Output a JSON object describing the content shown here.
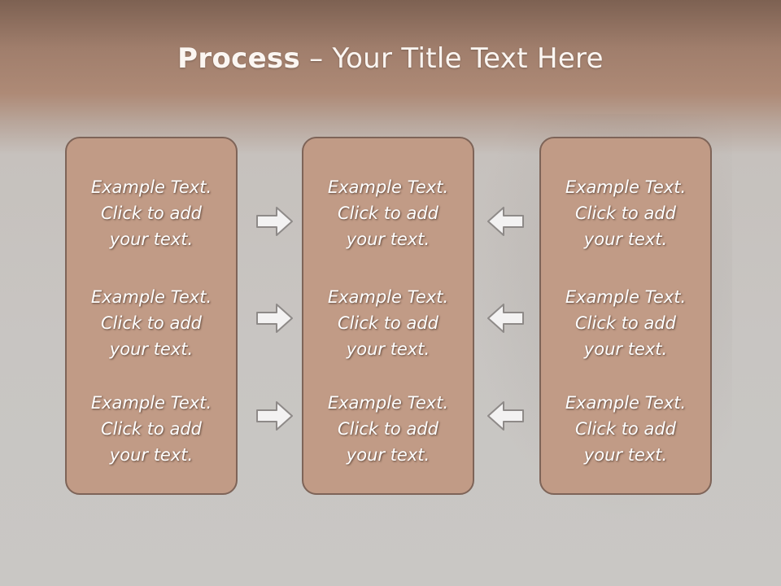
{
  "title": {
    "bold": "Process",
    "rest": " – Your Title Text Here"
  },
  "panels": [
    {
      "items": [
        {
          "line1": "Example Text.",
          "line2": "Click  to add",
          "line3": "your text."
        },
        {
          "line1": "Example Text.",
          "line2": "Click  to add",
          "line3": "your text."
        },
        {
          "line1": "Example Text.",
          "line2": "Click  to add",
          "line3": "your text."
        }
      ]
    },
    {
      "items": [
        {
          "line1": "Example Text.",
          "line2": "Click  to add",
          "line3": "your text."
        },
        {
          "line1": "Example Text.",
          "line2": "Click  to add",
          "line3": "your text."
        },
        {
          "line1": "Example Text.",
          "line2": "Click  to add",
          "line3": "your text."
        }
      ]
    },
    {
      "items": [
        {
          "line1": "Example Text.",
          "line2": "Click  to add",
          "line3": "your text."
        },
        {
          "line1": "Example Text.",
          "line2": "Click  to add",
          "line3": "your text."
        },
        {
          "line1": "Example Text.",
          "line2": "Click  to add",
          "line3": "your text."
        }
      ]
    }
  ],
  "arrows": {
    "left_column": "arrow-right-icon",
    "right_column": "arrow-left-icon"
  },
  "colors": {
    "panel_fill": "#c19b86",
    "panel_border": "#7e6458",
    "title_band": "#a07e6c",
    "background": "#c8c5c2"
  }
}
